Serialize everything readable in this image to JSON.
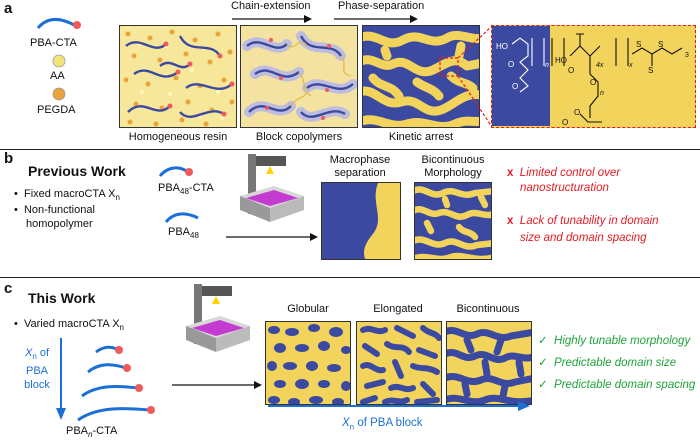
{
  "colors": {
    "blue_domain": "#3b4aa0",
    "yellow_domain": "#f2d45c",
    "arrow_blue": "#1b6fd6",
    "red": "#e31b23",
    "green": "#1fa33a",
    "cta_dot": "#f05a5a",
    "aa_dot": "#f3e37a",
    "pegda_dot": "#e9a33a"
  },
  "panel_a": {
    "letter": "a",
    "legend": {
      "pba_cta": "PBA-CTA",
      "aa": "AA",
      "pegda": "PEGDA"
    },
    "steps": {
      "chain_extension": "Chain-extension",
      "phase_separation": "Phase-separation"
    },
    "captions": {
      "resin": "Homogeneous resin",
      "block": "Block copolymers",
      "arrest": "Kinetic arrest"
    },
    "chem": {
      "ho1": "HO",
      "o1": "O",
      "o2": "O",
      "n": "n",
      "ho2": "HO",
      "o3": "O",
      "four_x": "4x",
      "x": "x",
      "s1": "S",
      "s2": "S",
      "s3": "S",
      "three": "3",
      "o4": "O",
      "o5": "O",
      "n2": "n",
      "o6": "O"
    }
  },
  "panel_b": {
    "letter": "b",
    "title": "Previous Work",
    "bullets": [
      "Fixed macroCTA X",
      "Non-functional",
      "homopolymer"
    ],
    "bullet_sub": "n",
    "pba48_cta": "PBA",
    "pba48_cta_sub": "48",
    "pba48_cta_suffix": "-CTA",
    "pba48": "PBA",
    "pba48_sub": "48",
    "macro_label": [
      "Macrophase",
      "separation"
    ],
    "bicont_label": [
      "Bicontinuous",
      "Morphology"
    ],
    "limits": [
      "Limited control over",
      "nanostructuration",
      "Lack of tunability in domain",
      "size and domain spacing"
    ],
    "cross": "x"
  },
  "panel_c": {
    "letter": "c",
    "title": "This Work",
    "bullet": "Varied macroCTA X",
    "bullet_sub": "n",
    "axis_label": [
      "X",
      "of",
      "PBA",
      "block"
    ],
    "axis_sub": "n",
    "pba_n_cta": "PBA",
    "pba_n_cta_sub": "n",
    "pba_n_cta_suffix": "-CTA",
    "morphs": [
      "Globular",
      "Elongated",
      "Bicontinuous"
    ],
    "bottom_axis": "X",
    "bottom_axis_sub": "n",
    "bottom_axis_suffix": " of PBA block",
    "advantages": [
      "Highly tunable morphology",
      "Predictable domain size",
      "Predictable domain spacing"
    ],
    "check": "✓"
  }
}
